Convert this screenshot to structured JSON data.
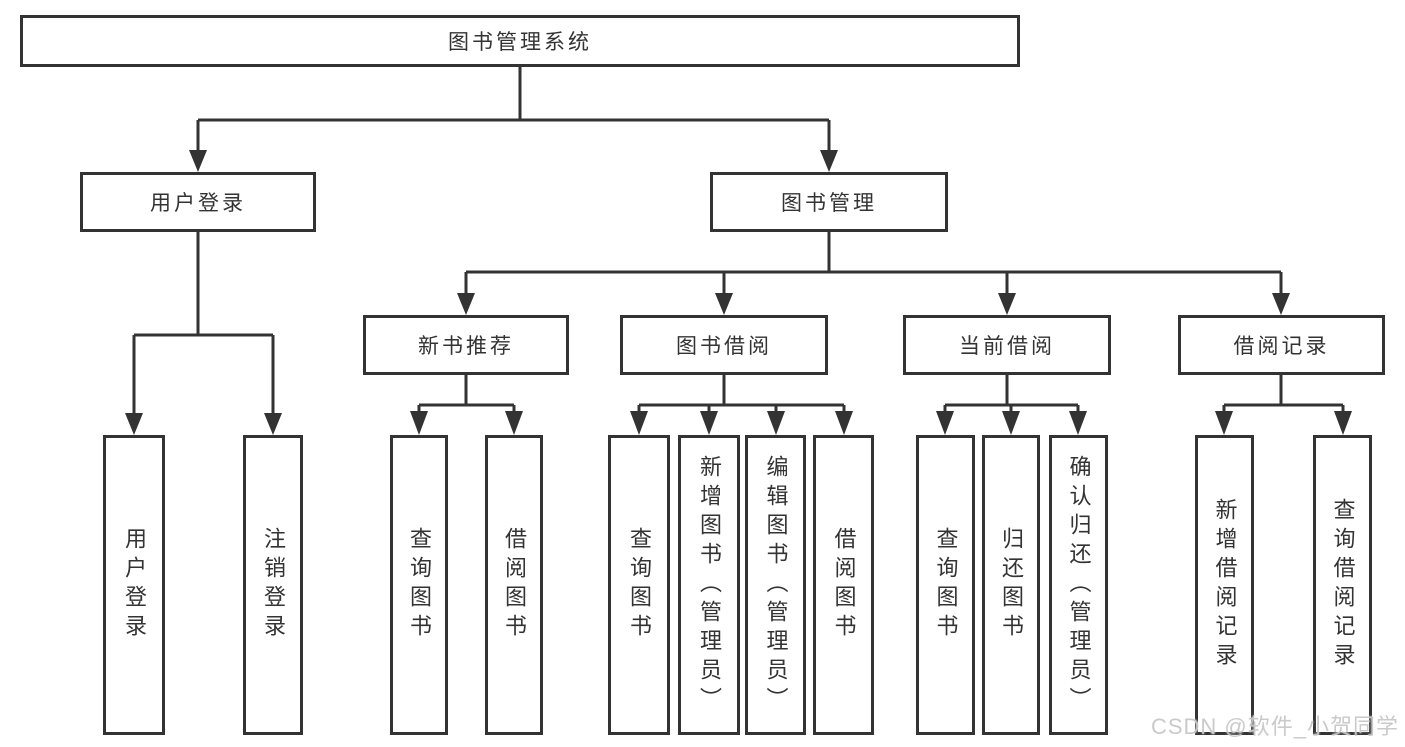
{
  "diagram": {
    "root": "图书管理系统",
    "level1": [
      "用户登录",
      "图书管理"
    ],
    "level2": [
      "新书推荐",
      "图书借阅",
      "当前借阅",
      "借阅记录"
    ],
    "leaves_user_login": [
      "用户登录",
      "注销登录"
    ],
    "leaves_new_book": [
      "查询图书",
      "借阅图书"
    ],
    "leaves_book_borrow": [
      "查询图书",
      "新增图书（管理员）",
      "编辑图书（管理员）",
      "借阅图书"
    ],
    "leaves_current_borrow": [
      "查询图书",
      "归还图书",
      "确认归还（管理员）"
    ],
    "leaves_borrow_record": [
      "新增借阅记录",
      "查询借阅记录"
    ]
  },
  "watermark": "CSDN @软件_小贺同学",
  "colors": {
    "line": "#333333",
    "text": "#333333",
    "background": "#ffffff",
    "watermark": "#c6c6c6"
  }
}
